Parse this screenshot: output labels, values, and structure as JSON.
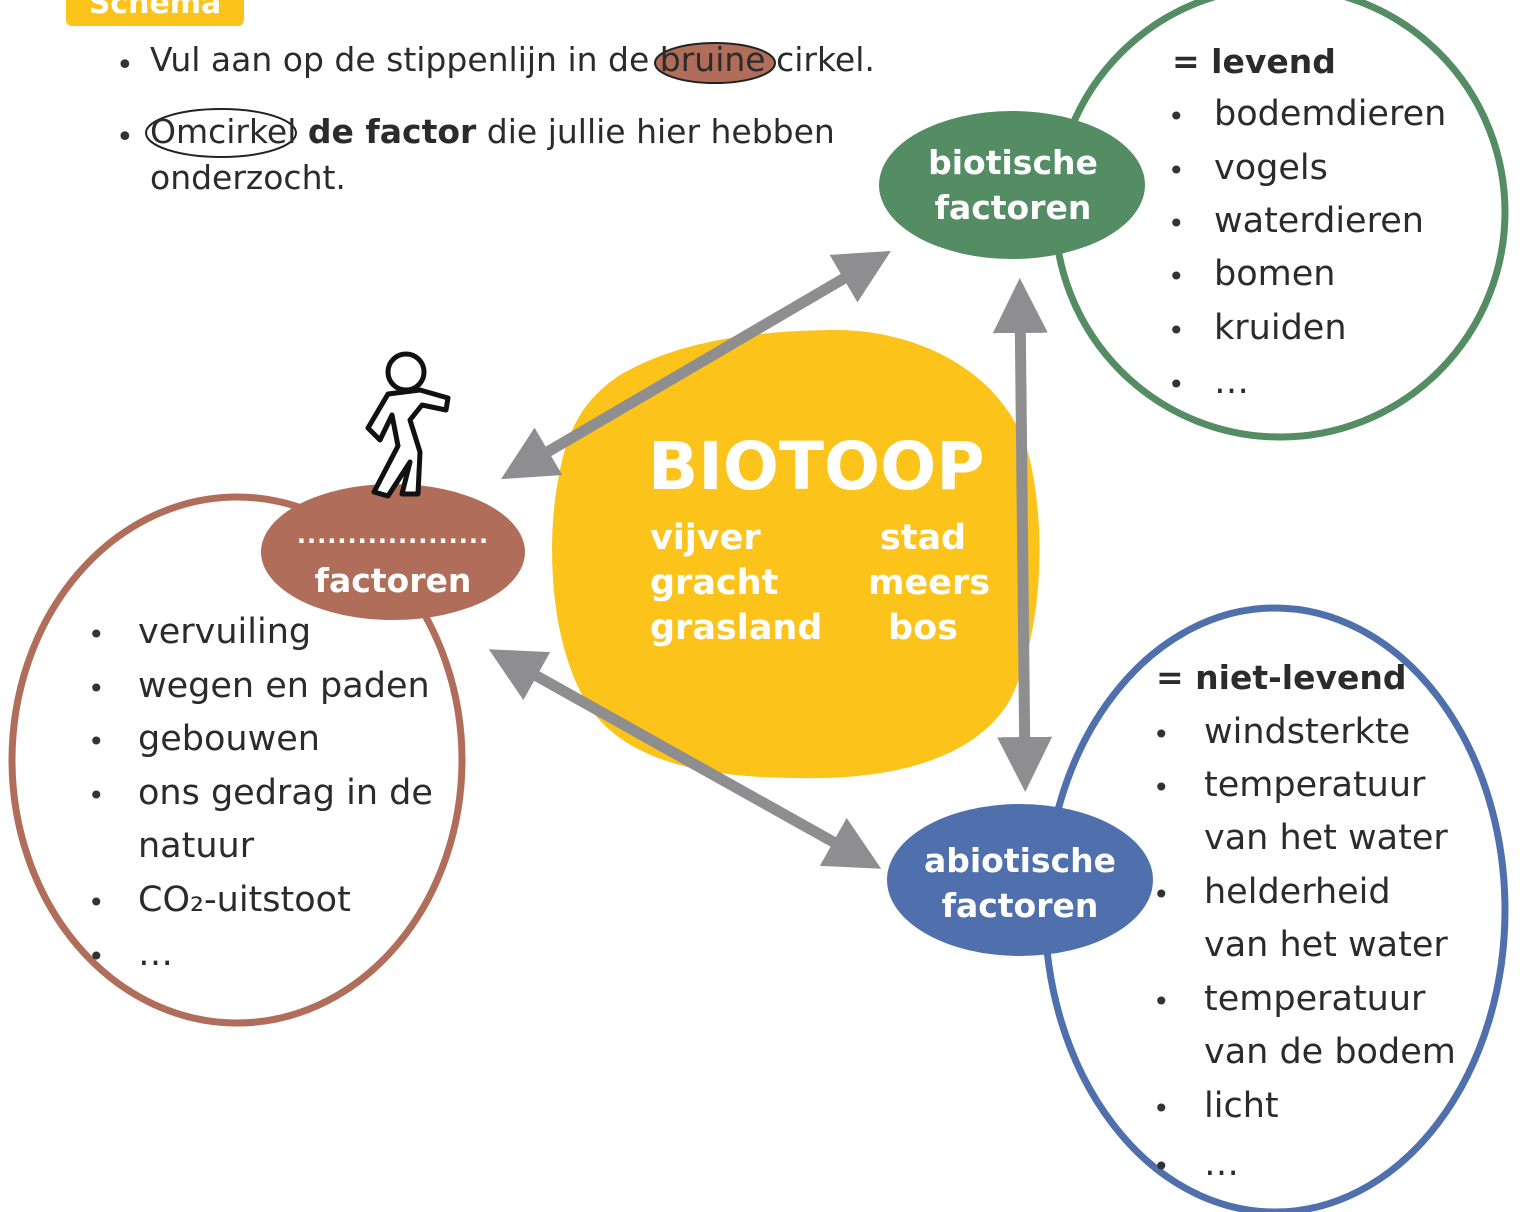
{
  "schema_label": "Schema",
  "instructions": {
    "line1_before": "Vul aan op de stippenlijn in de ",
    "line1_highlight": "bruine",
    "line1_after": " cirkel.",
    "line2_circled": "Omcirkel",
    "line2_bold": " de factor",
    "line2_after": " die jullie hier hebben",
    "line2_cont": "onderzocht."
  },
  "center": {
    "title": "BIOTOOP",
    "left_words": [
      "vijver",
      "gracht",
      "grasland"
    ],
    "right_words": [
      "stad",
      "meers",
      "bos"
    ]
  },
  "biotic": {
    "label_line1": "biotische",
    "label_line2": "factoren",
    "header": "= levend",
    "items": [
      "bodemdieren",
      "vogels",
      "waterdieren",
      "bomen",
      "kruiden",
      "…"
    ]
  },
  "abiotic": {
    "label_line1": "abiotische",
    "label_line2": "factoren",
    "header": "= niet-levend",
    "items": [
      "windsterkte",
      "temperatuur",
      "van het water",
      "helderheid",
      "van het water",
      "temperatuur",
      "van de bodem",
      "licht",
      "…"
    ]
  },
  "human": {
    "label_line1": "...................",
    "label_line2": "factoren",
    "items": [
      "vervuiling",
      "wegen en paden",
      "gebouwen",
      "ons gedrag in de",
      "natuur",
      "CO₂-uitstoot",
      "…"
    ]
  },
  "colors": {
    "yellow": "#fcc31a",
    "green": "#548c63",
    "blue": "#4f70ad",
    "brown": "#b06e5a",
    "arrow": "#8e8e90"
  }
}
